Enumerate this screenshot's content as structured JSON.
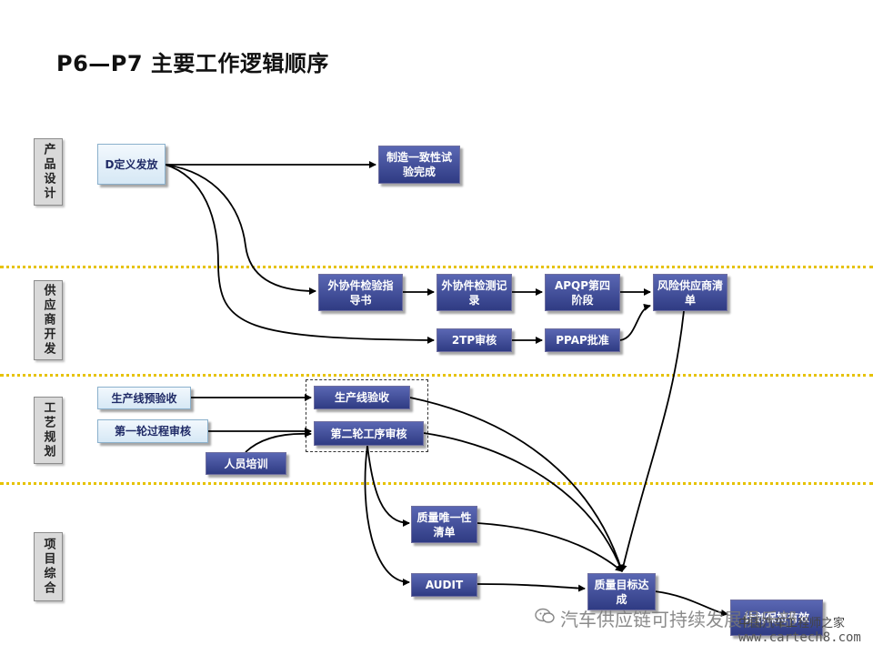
{
  "title": "P6—P7 主要工作逻辑顺序",
  "lanes": {
    "product_design": "产品设计",
    "supplier_dev": "供应商开发",
    "process_planning": "工艺规划",
    "project_integration": "项目综合"
  },
  "boxes": {
    "d_release": "D定义发放",
    "consistency_test": "制造一致性试验完成",
    "outsourced_guide": "外协件检验指导书",
    "outsourced_record": "外协件检测记录",
    "apqp4": "APQP第四阶段",
    "risk_supplier": "风险供应商清单",
    "tp_review": "2TP审核",
    "ppap": "PPAP批准",
    "line_pre_accept": "生产线预验收",
    "first_round_audit": "第一轮过程审核",
    "line_accept": "生产线验收",
    "second_round_audit": "第二轮工序审核",
    "staff_training": "人员培训",
    "quality_unique": "质量唯一性清单",
    "audit": "AUDIT",
    "quality_goal": "质量目标达成",
    "plan_maintain": "计划保持有效"
  },
  "watermark": {
    "text": "汽车供应链可持续发展俱乐部",
    "badge": "中国汽车工程师之家",
    "site": "www.cartech8.com"
  },
  "colors": {
    "box_dark": "#2f3b83",
    "box_light": "#d6e8f5",
    "lane_bg": "#d9d9d9",
    "divider": "#e6c200"
  }
}
